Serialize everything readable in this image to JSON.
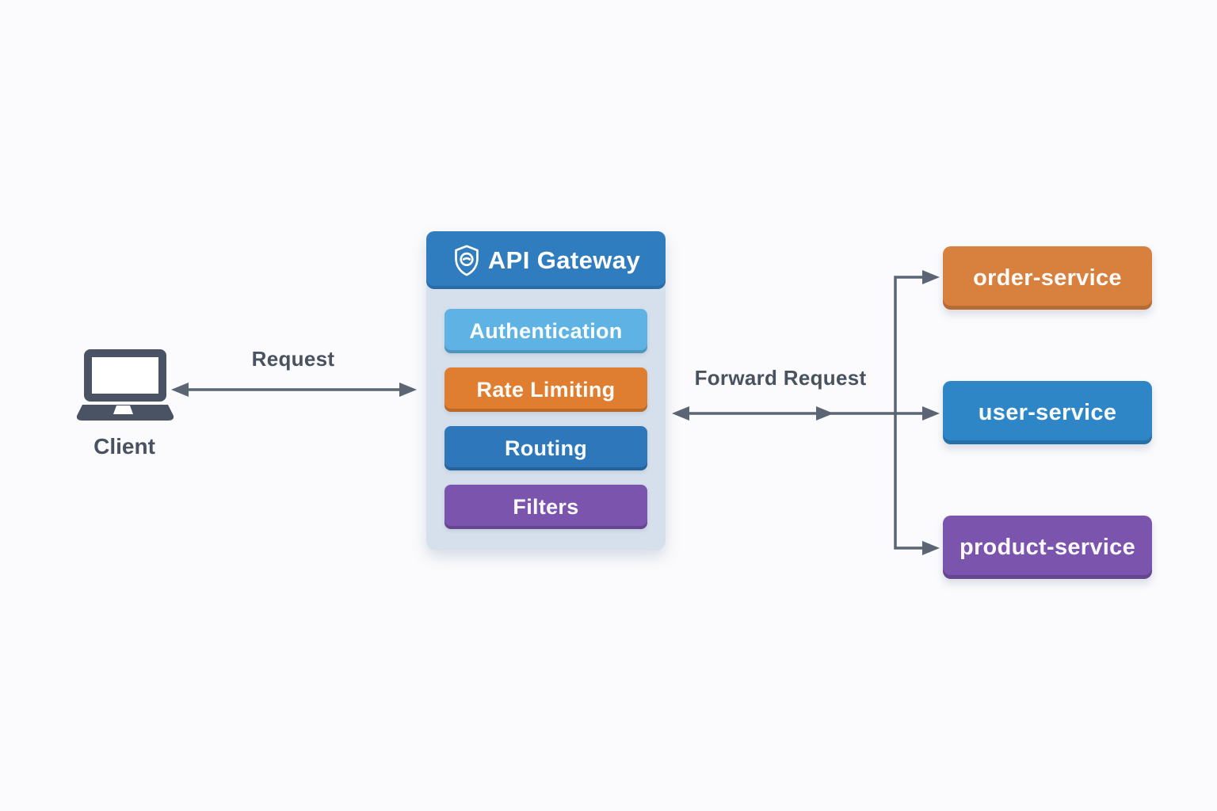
{
  "diagram": {
    "background_color": "#FBFBFD",
    "arrow_color": "#5B6573",
    "label_color": "#49525F",
    "client": {
      "label": "Client",
      "icon": "laptop-icon",
      "icon_color": "#4A5363"
    },
    "arrows": {
      "request_label": "Request",
      "forward_label": "Forward Request"
    },
    "gateway": {
      "title": "API Gateway",
      "icon": "shield-check-icon",
      "header_color": "#2F7CBF",
      "panel_color": "#D6E0EC",
      "features": [
        {
          "label": "Authentication",
          "color": "#5FB3E4"
        },
        {
          "label": "Rate Limiting",
          "color": "#DF7E30"
        },
        {
          "label": "Routing",
          "color": "#2E77BB"
        },
        {
          "label": "Filters",
          "color": "#7B54AD"
        }
      ]
    },
    "services": [
      {
        "label": "order-service",
        "color": "#D8813F"
      },
      {
        "label": "user-service",
        "color": "#2E86C7"
      },
      {
        "label": "product-service",
        "color": "#7A54AD"
      }
    ]
  }
}
